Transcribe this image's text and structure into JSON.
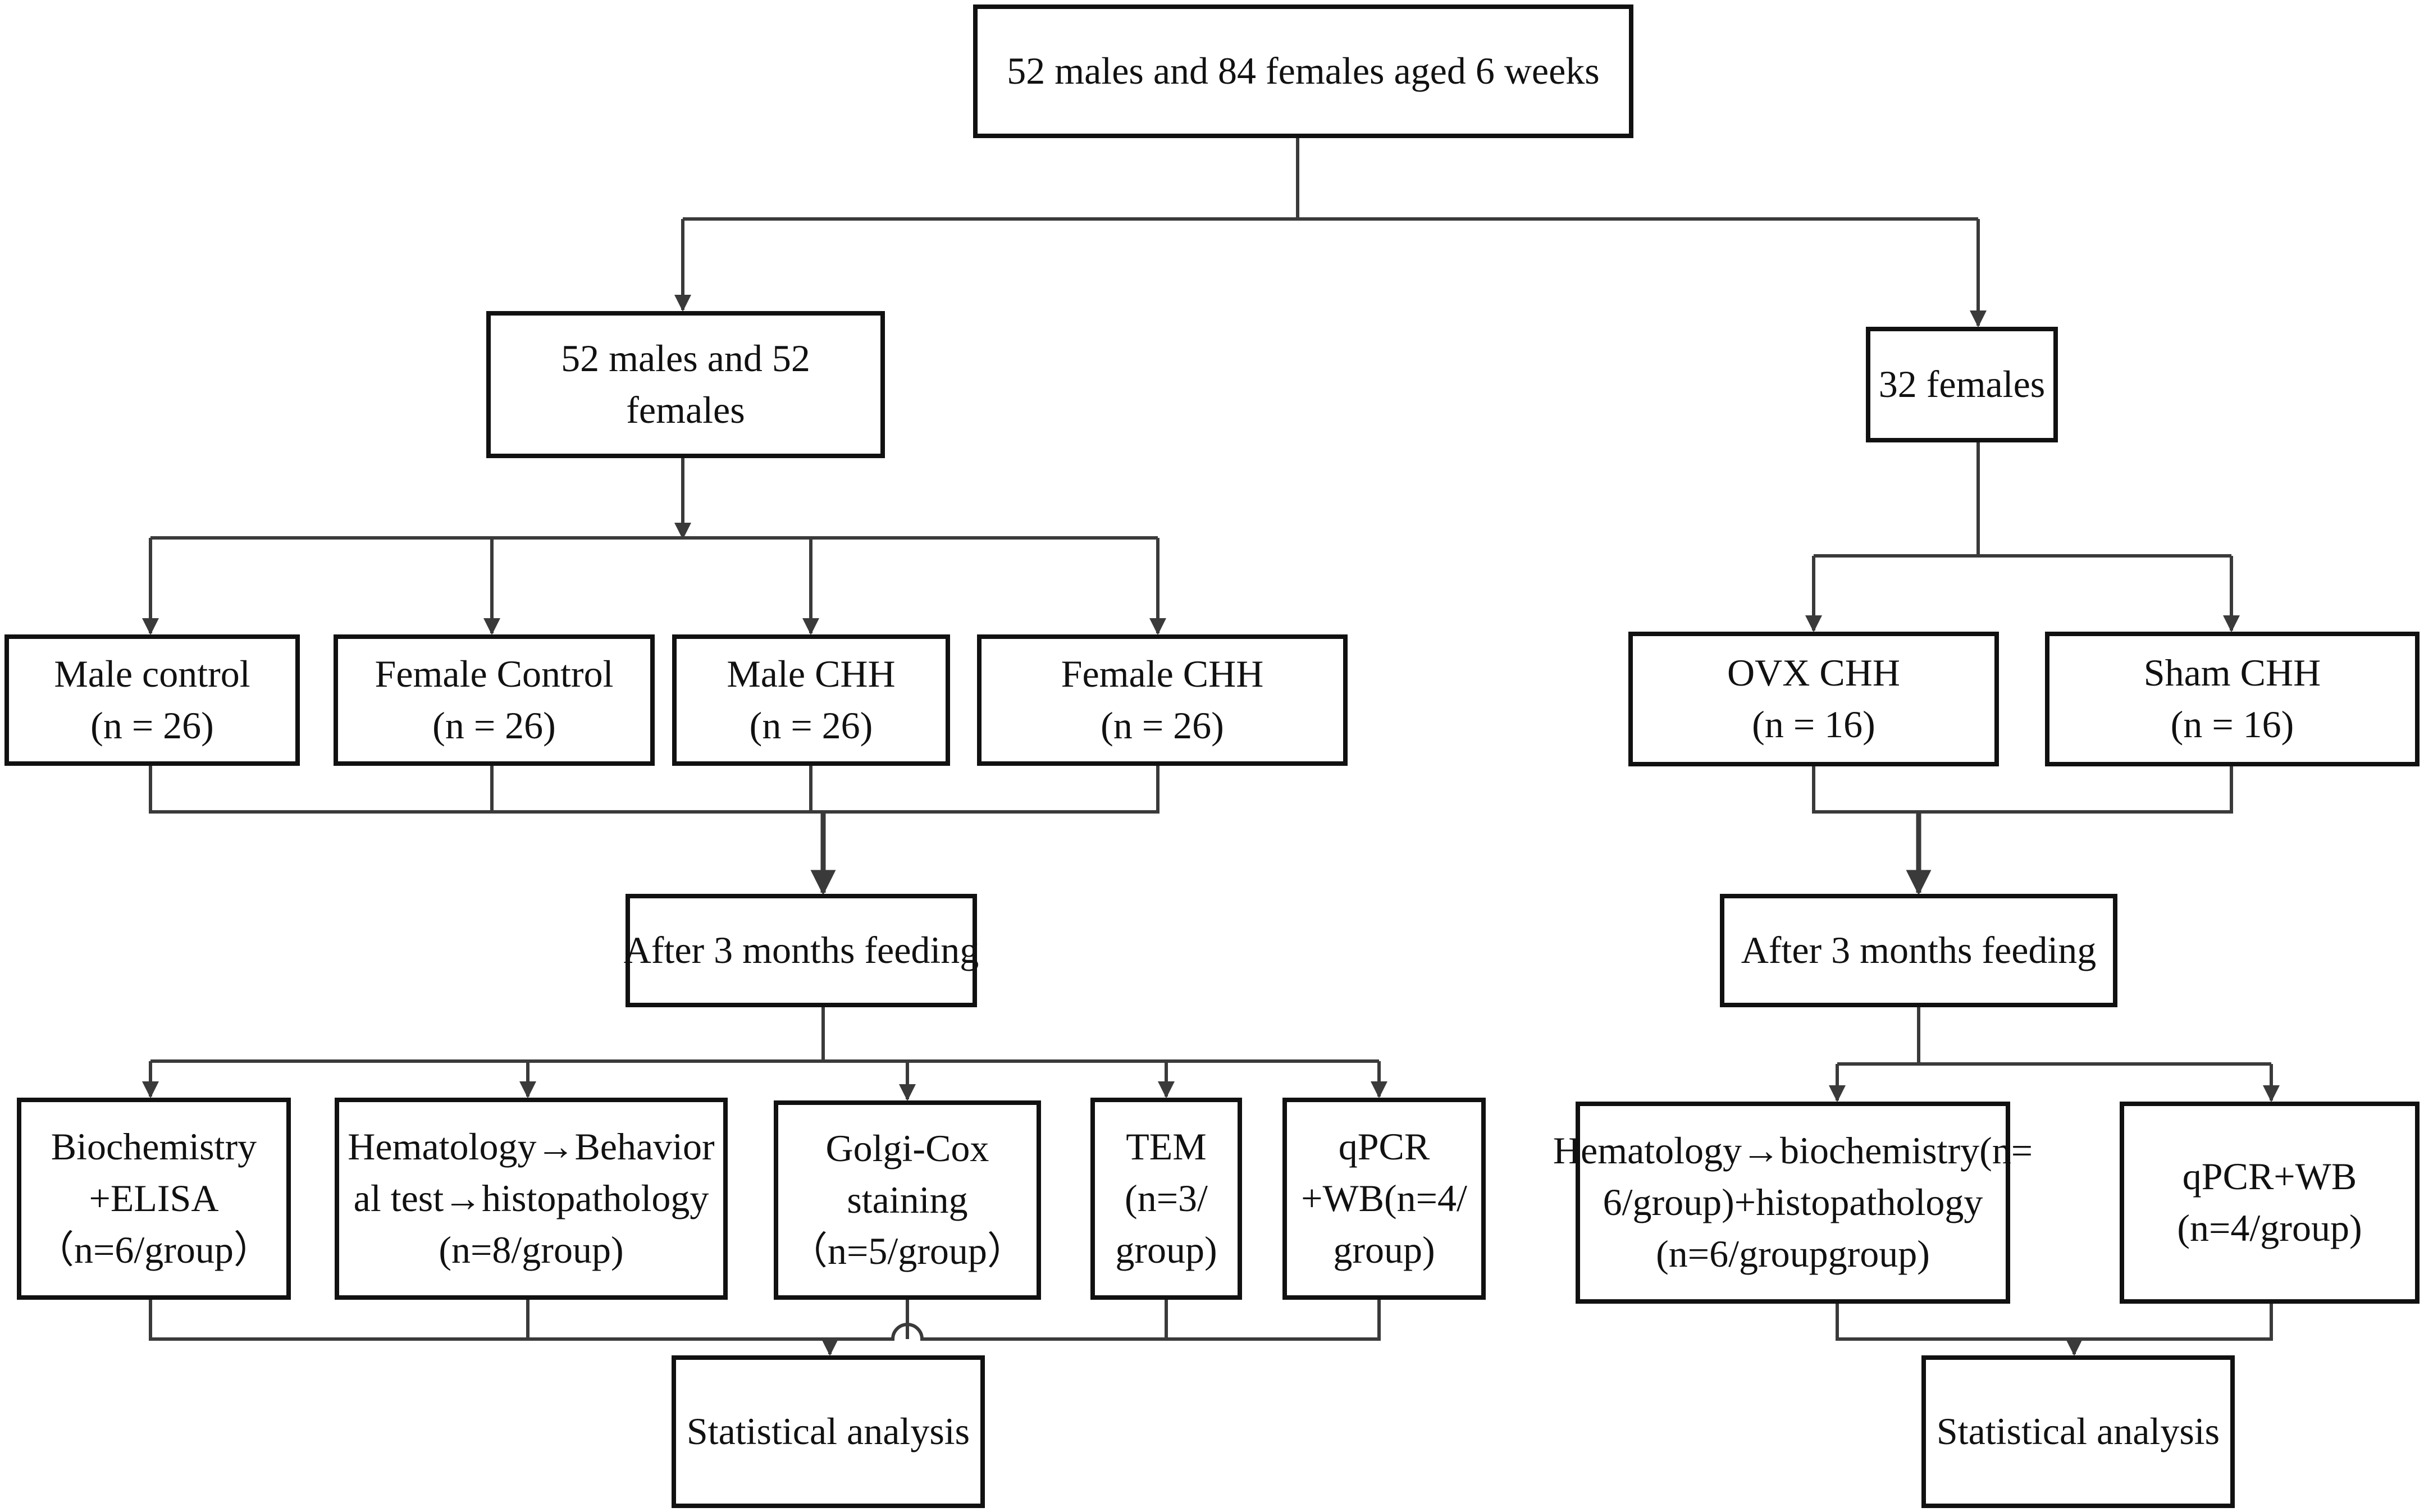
{
  "flowchart": {
    "root": {
      "lines": [
        "52 males and 84 females aged 6 weeks"
      ]
    },
    "left_branch": {
      "group": {
        "lines": [
          "52 males and 52",
          "females"
        ]
      },
      "subgroups": [
        {
          "lines": [
            "Male control",
            "(n = 26)"
          ]
        },
        {
          "lines": [
            "Female Control",
            "(n = 26)"
          ]
        },
        {
          "lines": [
            "Male CHH",
            "(n = 26)"
          ]
        },
        {
          "lines": [
            "Female CHH",
            "(n = 26)"
          ]
        }
      ],
      "feeding": {
        "lines": [
          "After 3 months feeding"
        ]
      },
      "assays": [
        {
          "lines": [
            "Biochemistry",
            "+ELISA",
            "（n=6/group）"
          ]
        },
        {
          "lines": [
            "Hematology→Behavior",
            "al test→histopathology",
            "(n=8/group)"
          ]
        },
        {
          "lines": [
            "Golgi-Cox",
            "staining",
            "（n=5/group）"
          ]
        },
        {
          "lines": [
            "TEM",
            "(n=3/",
            "group)"
          ]
        },
        {
          "lines": [
            "qPCR",
            "+WB(n=4/",
            "group)"
          ]
        }
      ],
      "analysis": {
        "lines": [
          "Statistical analysis"
        ]
      }
    },
    "right_branch": {
      "group": {
        "lines": [
          "32 females"
        ]
      },
      "subgroups": [
        {
          "lines": [
            "OVX CHH",
            "(n = 16)"
          ]
        },
        {
          "lines": [
            "Sham CHH",
            "(n = 16)"
          ]
        }
      ],
      "feeding": {
        "lines": [
          "After 3 months feeding"
        ]
      },
      "assays": [
        {
          "lines": [
            "Hematology→biochemistry(n=",
            "6/group)+histopathology",
            "(n=6/groupgroup)"
          ]
        },
        {
          "lines": [
            "qPCR+WB",
            "(n=4/group)"
          ]
        }
      ],
      "analysis": {
        "lines": [
          "Statistical analysis"
        ]
      }
    }
  }
}
